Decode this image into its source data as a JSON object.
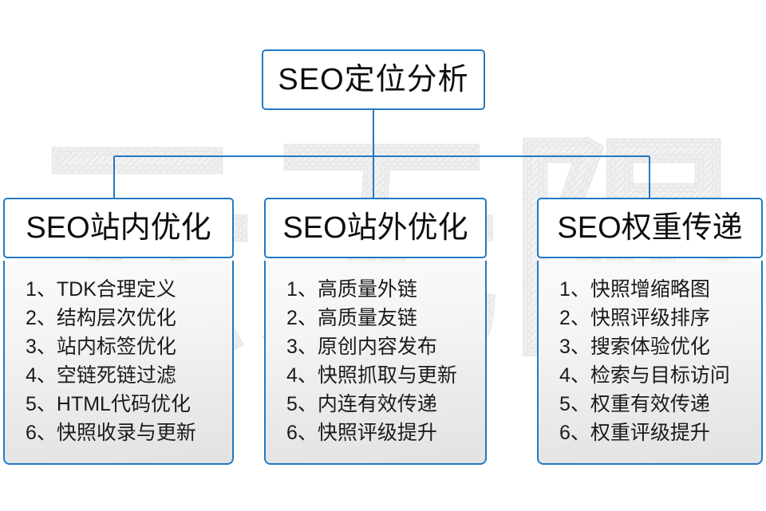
{
  "diagram": {
    "type": "org-chart",
    "root": {
      "title": "SEO定位分析"
    },
    "columns": [
      {
        "header": "SEO站内优化",
        "items": [
          "1、TDK合理定义",
          "2、结构层次优化",
          "3、站内标签优化",
          "4、空链死链过滤",
          "5、HTML代码优化",
          "6、快照收录与更新"
        ]
      },
      {
        "header": "SEO站外优化",
        "items": [
          "1、高质量外链",
          "2、高质量友链",
          "3、原创内容发布",
          "4、快照抓取与更新",
          "5、内连有效传递",
          "6、快照评级提升"
        ]
      },
      {
        "header": "SEO权重传递",
        "items": [
          "1、快照增缩略图",
          "2、快照评级排序",
          "3、搜索体验优化",
          "4、检索与目标访问",
          "5、权重有效传递",
          "6、权重评级提升"
        ]
      }
    ],
    "watermark": {
      "text": "云无限"
    },
    "colors": {
      "border": "#2379c4",
      "connector": "#2379c4",
      "text": "#0d0d0d",
      "body_text": "#1b1b1b",
      "background": "#ffffff",
      "watermark": "#ececec"
    }
  }
}
